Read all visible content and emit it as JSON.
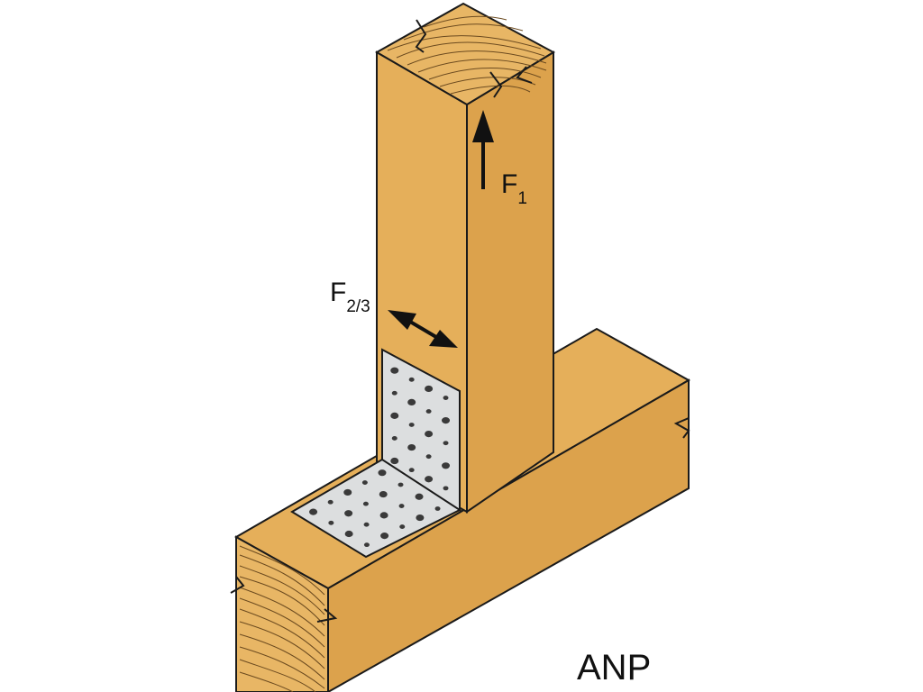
{
  "labels": {
    "force_1": {
      "main": "F",
      "sub": "1"
    },
    "force_23": {
      "main": "F",
      "sub": "2/3"
    },
    "product": "ANP"
  },
  "colors": {
    "wood_face": "#E5AF5A",
    "wood_side": "#DCA24C",
    "wood_end": "#E8B665",
    "grain": "#6b4a1f",
    "outline": "#1a1a1a",
    "plate": "#DCDEDF",
    "plate_hole": "#3a3a3a",
    "arrow": "#111111"
  },
  "icons": {
    "force_1_arrow": "arrow-up-icon",
    "force_23_arrow": "double-arrow-icon"
  }
}
